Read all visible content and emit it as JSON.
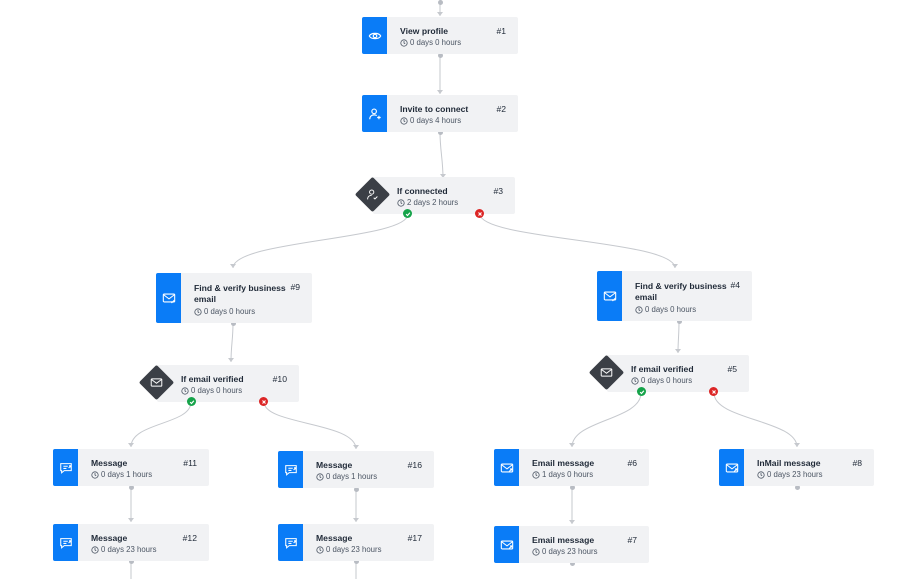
{
  "colors": {
    "accent": "#0a7cf7",
    "condition": "#3b3f46",
    "yes": "#16a34a",
    "no": "#dc2626",
    "card": "#f1f2f4",
    "wire": "#c6c9ce"
  },
  "steps": {
    "view_profile": {
      "title": "View profile",
      "num": "#1",
      "duration": "0 days 0 hours",
      "icon": "eye-icon"
    },
    "invite": {
      "title": "Invite to connect",
      "num": "#2",
      "duration": "0 days 4 hours",
      "icon": "user-plus-icon"
    },
    "if_connected": {
      "title": "If connected",
      "num": "#3",
      "duration": "2 days 2 hours",
      "icon": "user-check-icon"
    },
    "find_verify_9": {
      "title": "Find & verify business email",
      "num": "#9",
      "duration": "0 days 0 hours",
      "icon": "mail-check-icon"
    },
    "find_verify_4": {
      "title": "Find & verify business email",
      "num": "#4",
      "duration": "0 days 0 hours",
      "icon": "mail-check-icon"
    },
    "if_email_10": {
      "title": "If email verified",
      "num": "#10",
      "duration": "0 days 0 hours",
      "icon": "mail-check-icon"
    },
    "if_email_5": {
      "title": "If email verified",
      "num": "#5",
      "duration": "0 days 0 hours",
      "icon": "mail-check-icon"
    },
    "message_11": {
      "title": "Message",
      "num": "#11",
      "duration": "0 days 1 hours",
      "icon": "message-icon"
    },
    "message_16": {
      "title": "Message",
      "num": "#16",
      "duration": "0 days 1 hours",
      "icon": "message-icon"
    },
    "email_6": {
      "title": "Email message",
      "num": "#6",
      "duration": "1 days 0 hours",
      "icon": "mail-send-icon"
    },
    "inmail_8": {
      "title": "InMail message",
      "num": "#8",
      "duration": "0 days 23 hours",
      "icon": "mail-send-icon"
    },
    "message_12": {
      "title": "Message",
      "num": "#12",
      "duration": "0 days 23 hours",
      "icon": "message-icon"
    },
    "message_17": {
      "title": "Message",
      "num": "#17",
      "duration": "0 days 23 hours",
      "icon": "message-icon"
    },
    "email_7": {
      "title": "Email message",
      "num": "#7",
      "duration": "0 days 23 hours",
      "icon": "mail-send-icon"
    }
  }
}
